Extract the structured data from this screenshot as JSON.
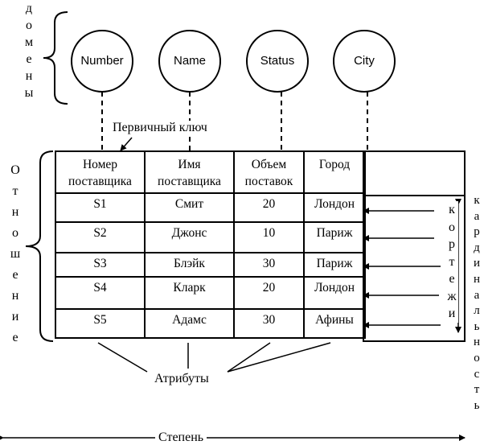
{
  "domains_label": "домены",
  "domains": [
    "Number",
    "Name",
    "Status",
    "City"
  ],
  "primary_key_label": "Первичный ключ",
  "relation_label": "Отношение",
  "headers": [
    [
      "Номер",
      "поставщика"
    ],
    [
      "Имя",
      "поставщика"
    ],
    [
      "Объем",
      "поставок"
    ],
    [
      "Город",
      ""
    ]
  ],
  "rows": [
    [
      "S1",
      "Смит",
      "20",
      "Лондон"
    ],
    [
      "S2",
      "Джонс",
      "10",
      "Париж"
    ],
    [
      "S3",
      "Блэйк",
      "30",
      "Париж"
    ],
    [
      "S4",
      "Кларк",
      "20",
      "Лондон"
    ],
    [
      "S5",
      "Адамс",
      "30",
      "Афины"
    ]
  ],
  "tuples_label": "кортежи",
  "cardinality_label": "кардинальность",
  "attributes_label": "Атрибуты",
  "degree_label": "Степень"
}
